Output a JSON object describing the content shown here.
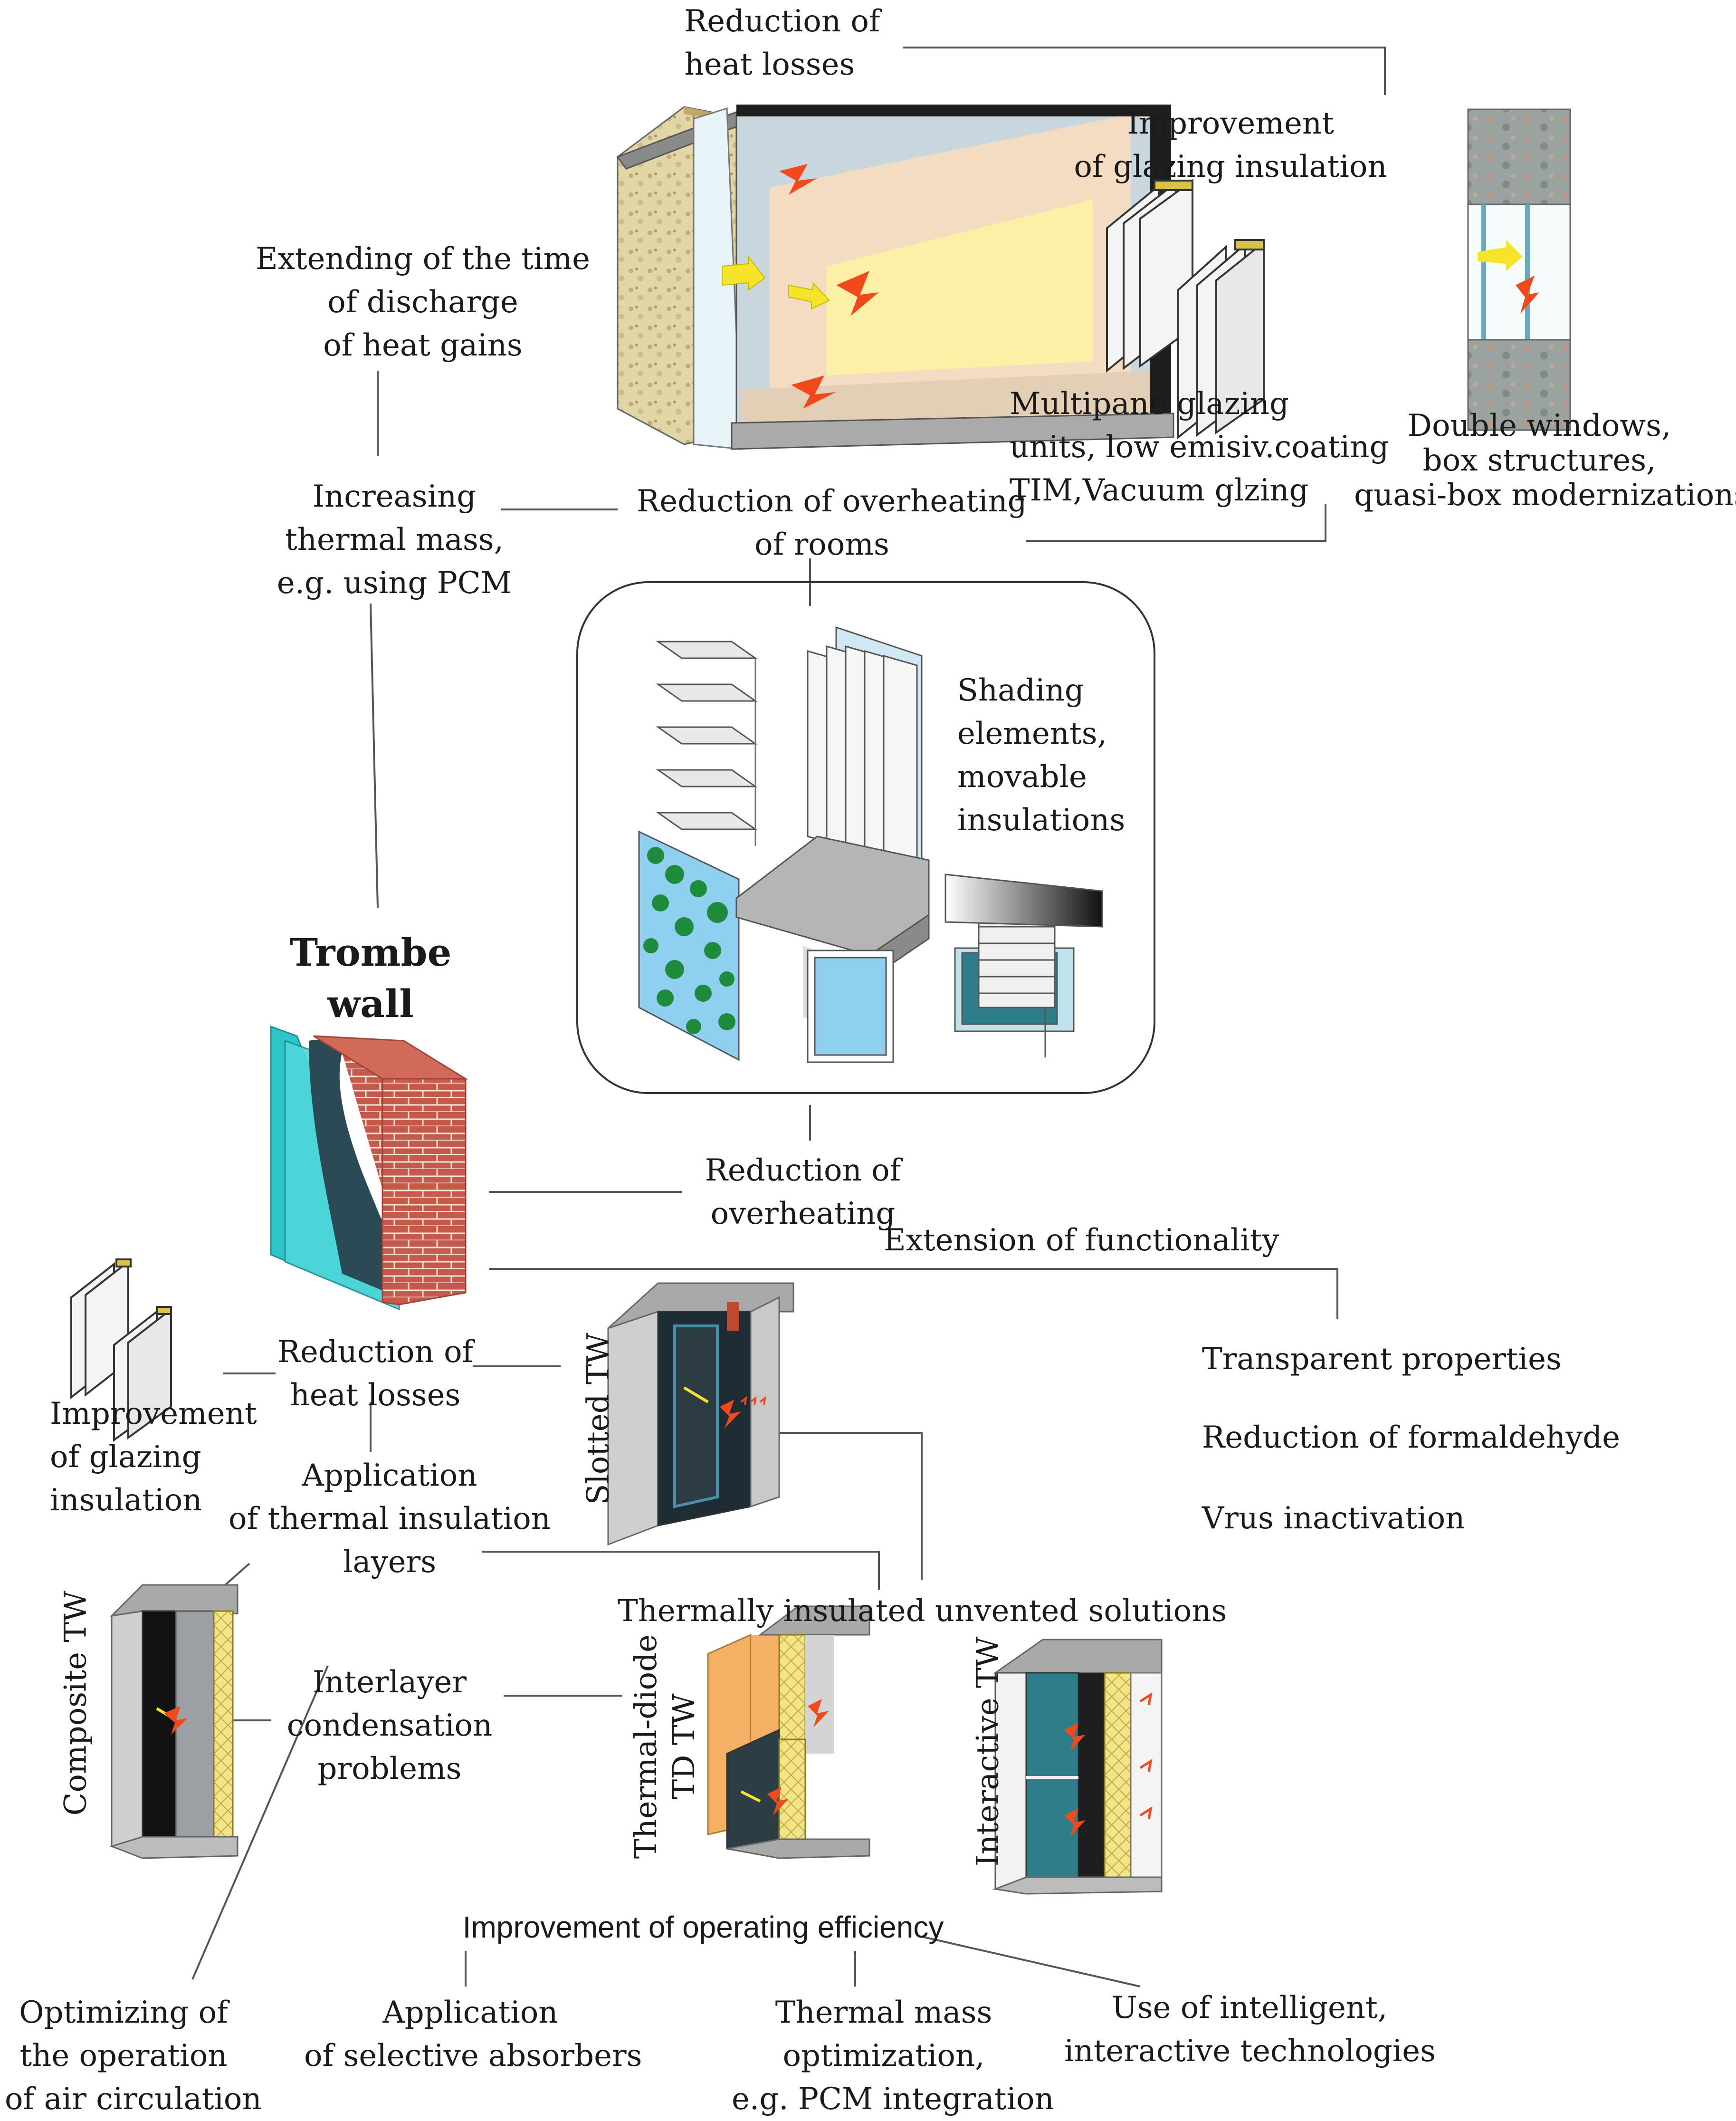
{
  "labels": {
    "reduction_heat_losses_top": [
      "Reduction of",
      "heat losses"
    ],
    "improvement_glazing_top": [
      "Improvement",
      "of glazing insulation"
    ],
    "extending_discharge": [
      "Extending of  the time",
      "of discharge",
      "of heat gains"
    ],
    "multipane": [
      "Multipane glazing",
      "units, low emisiv.coating",
      "TIM,Vacuum glzing"
    ],
    "double_windows": [
      "Double windows,",
      "box structures,",
      "quasi-box modernizations,"
    ],
    "increasing_mass": [
      "Increasing",
      "thermal mass,",
      "e.g. using PCM"
    ],
    "reduction_overheating_rooms": [
      "Reduction of overheating",
      "of rooms"
    ],
    "shading": [
      "Shading",
      "elements,",
      "movable",
      "insulations"
    ],
    "trombe_wall": [
      "Trombe",
      "wall"
    ],
    "reduction_overheating": [
      "Reduction of",
      "overheating"
    ],
    "extension_functionality": "Extension of functionality",
    "transparent_properties": "Transparent properties",
    "reduction_formaldehyde": "Reduction of formaldehyde",
    "virus_inactivation": "Vrus inactivation",
    "improvement_glazing_left": [
      "Improvement",
      "of glazing",
      "insulation"
    ],
    "reduction_heat_losses_mid": [
      "Reduction of",
      "heat losses"
    ],
    "application_insulation": [
      "Application",
      "of thermal insulation",
      "layers"
    ],
    "slotted_tw": "Slotted TW",
    "thermally_insulated": "Thermally insulated unvented solutions",
    "composite_tw": "Composite TW",
    "interlayer": [
      "Interlayer",
      "condensation",
      "problems"
    ],
    "thermal_diode": [
      "Thermal-diode",
      "TD TW"
    ],
    "interactive_tw": "Interactive  TW",
    "improvement_operating": "Improvement of operating efficiency",
    "optimizing_air": [
      "Optimizing of",
      "the operation",
      "of air circulation"
    ],
    "selective_absorbers": [
      "Application",
      "of selective absorbers"
    ],
    "thermal_mass_opt": [
      "Thermal mass",
      "optimization,",
      "e.g. PCM integration"
    ],
    "intelligent": [
      "Use of intelligent,",
      "interactive technologies"
    ]
  },
  "colors": {
    "text": "#1a1a1a",
    "line": "#555555",
    "brick": "#b5473a",
    "glass": "#2fc4c8",
    "insulation": "#e8d870",
    "heat_arrow": "#f04a1c",
    "sun_arrow": "#f5e42a",
    "leaf": "#1e8a3c",
    "sky": "#8fd0f0",
    "concrete": "#a9a9a9",
    "dark": "#1e1e1e",
    "orange_wall": "#f4b064",
    "teal_panel": "#2d7e88"
  }
}
